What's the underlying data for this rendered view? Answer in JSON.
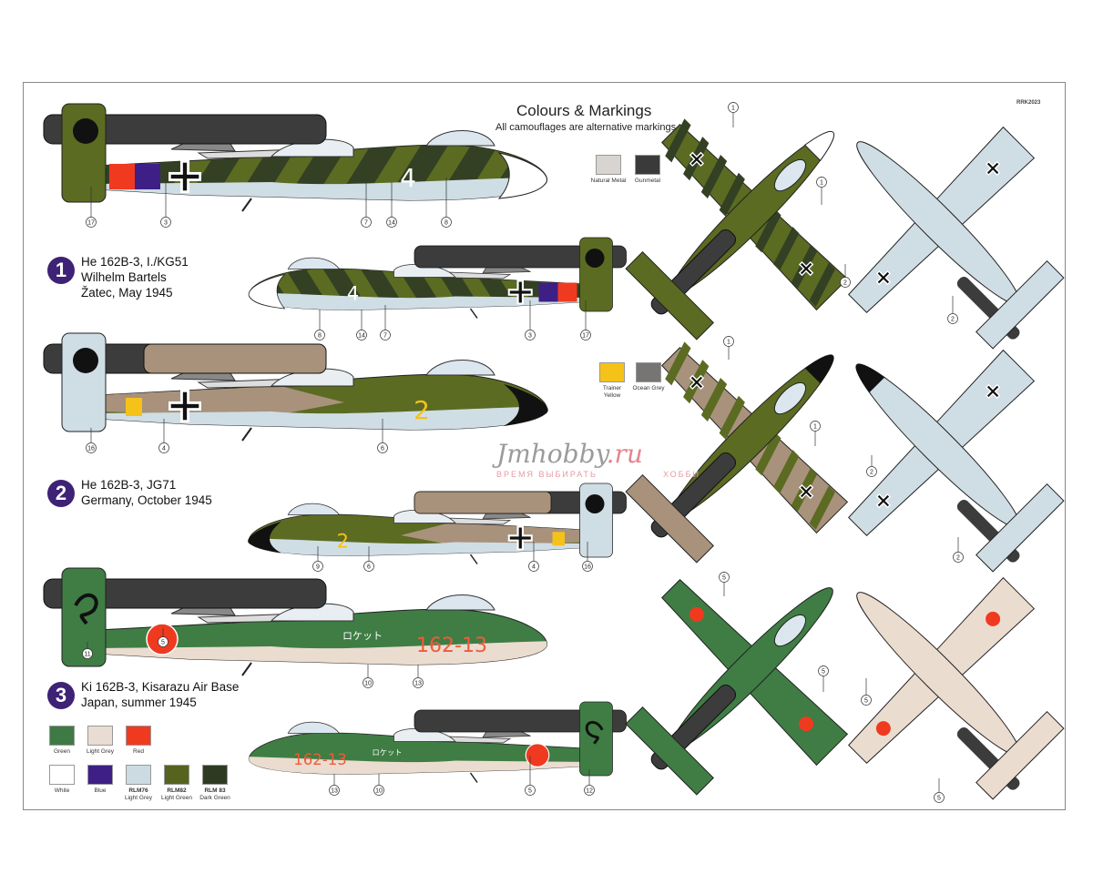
{
  "header": {
    "title": "Colours & Markings",
    "subtitle": "All camouflages are alternative markings",
    "code": "RRK2023"
  },
  "schemes": [
    {
      "number": "1",
      "lines": [
        "He 162B-3, I./KG51",
        "Wilhelm Bartels",
        "Žatec, May 1945"
      ],
      "side_callouts": [
        "17",
        "3",
        "7",
        "14",
        "8"
      ],
      "small_callouts": [
        "8",
        "14",
        "7",
        "3",
        "17"
      ],
      "top_callouts": [
        "1",
        "1"
      ],
      "bottom_callouts": [
        "2",
        "2"
      ],
      "code_letter": "4"
    },
    {
      "number": "2",
      "lines": [
        "He 162B-3, JG71",
        "Germany, October 1945"
      ],
      "side_callouts": [
        "16",
        "4",
        "6"
      ],
      "small_callouts": [
        "9",
        "6",
        "4",
        "16"
      ],
      "top_callouts": [
        "1",
        "1"
      ],
      "bottom_callouts": [
        "2",
        "2"
      ],
      "code_letter": "2"
    },
    {
      "number": "3",
      "lines": [
        "Ki 162B-3, Kisarazu Air Base",
        "Japan, summer 1945"
      ],
      "side_callouts": [
        "11",
        "5",
        "10",
        "13"
      ],
      "small_callouts": [
        "13",
        "10",
        "5",
        "12"
      ],
      "top_callouts": [
        "5",
        "5"
      ],
      "bottom_callouts": [
        "5",
        "5"
      ],
      "code_letter": "162-13",
      "katakana": "ロケット"
    }
  ],
  "swatches_top": [
    {
      "name": "Natural Metal",
      "color": "#d8d4d0"
    },
    {
      "name": "Gunmetal",
      "color": "#3a3a3a"
    }
  ],
  "swatches_mid": [
    {
      "name": "Trainer Yellow",
      "color": "#f5c21a"
    },
    {
      "name": "Ocean Grey",
      "color": "#777573"
    }
  ],
  "swatches_bottom": [
    {
      "code": "",
      "name": "Green",
      "color": "#3f7a45"
    },
    {
      "code": "",
      "name": "Light Grey",
      "color": "#e9dcd2"
    },
    {
      "code": "",
      "name": "Red",
      "color": "#f03a20"
    },
    {
      "code": "",
      "name": "White",
      "color": "#ffffff"
    },
    {
      "code": "",
      "name": "Blue",
      "color": "#3d1f86"
    },
    {
      "code": "RLM76",
      "name": "Light Grey",
      "color": "#ccdbe2"
    },
    {
      "code": "RLM82",
      "name": "Light Green",
      "color": "#56631f"
    },
    {
      "code": "RLM 83",
      "name": "Dark Green",
      "color": "#2f3a22"
    }
  ],
  "watermark": {
    "brand": "Jmhobby",
    "tld": ".ru",
    "tagline_a": "ВРЕМЯ ВЫБИРАТЬ",
    "tagline_b": "ХОББИ"
  },
  "colors": {
    "rlm82": "#5b6b22",
    "rlm83": "#334024",
    "rlm76": "#cfdde4",
    "engine": "#3c3c3c",
    "brown": "#a8927c",
    "jp_green": "#3f7d44",
    "jp_under": "#ebdcd0",
    "hinomaru": "#f03a20"
  }
}
